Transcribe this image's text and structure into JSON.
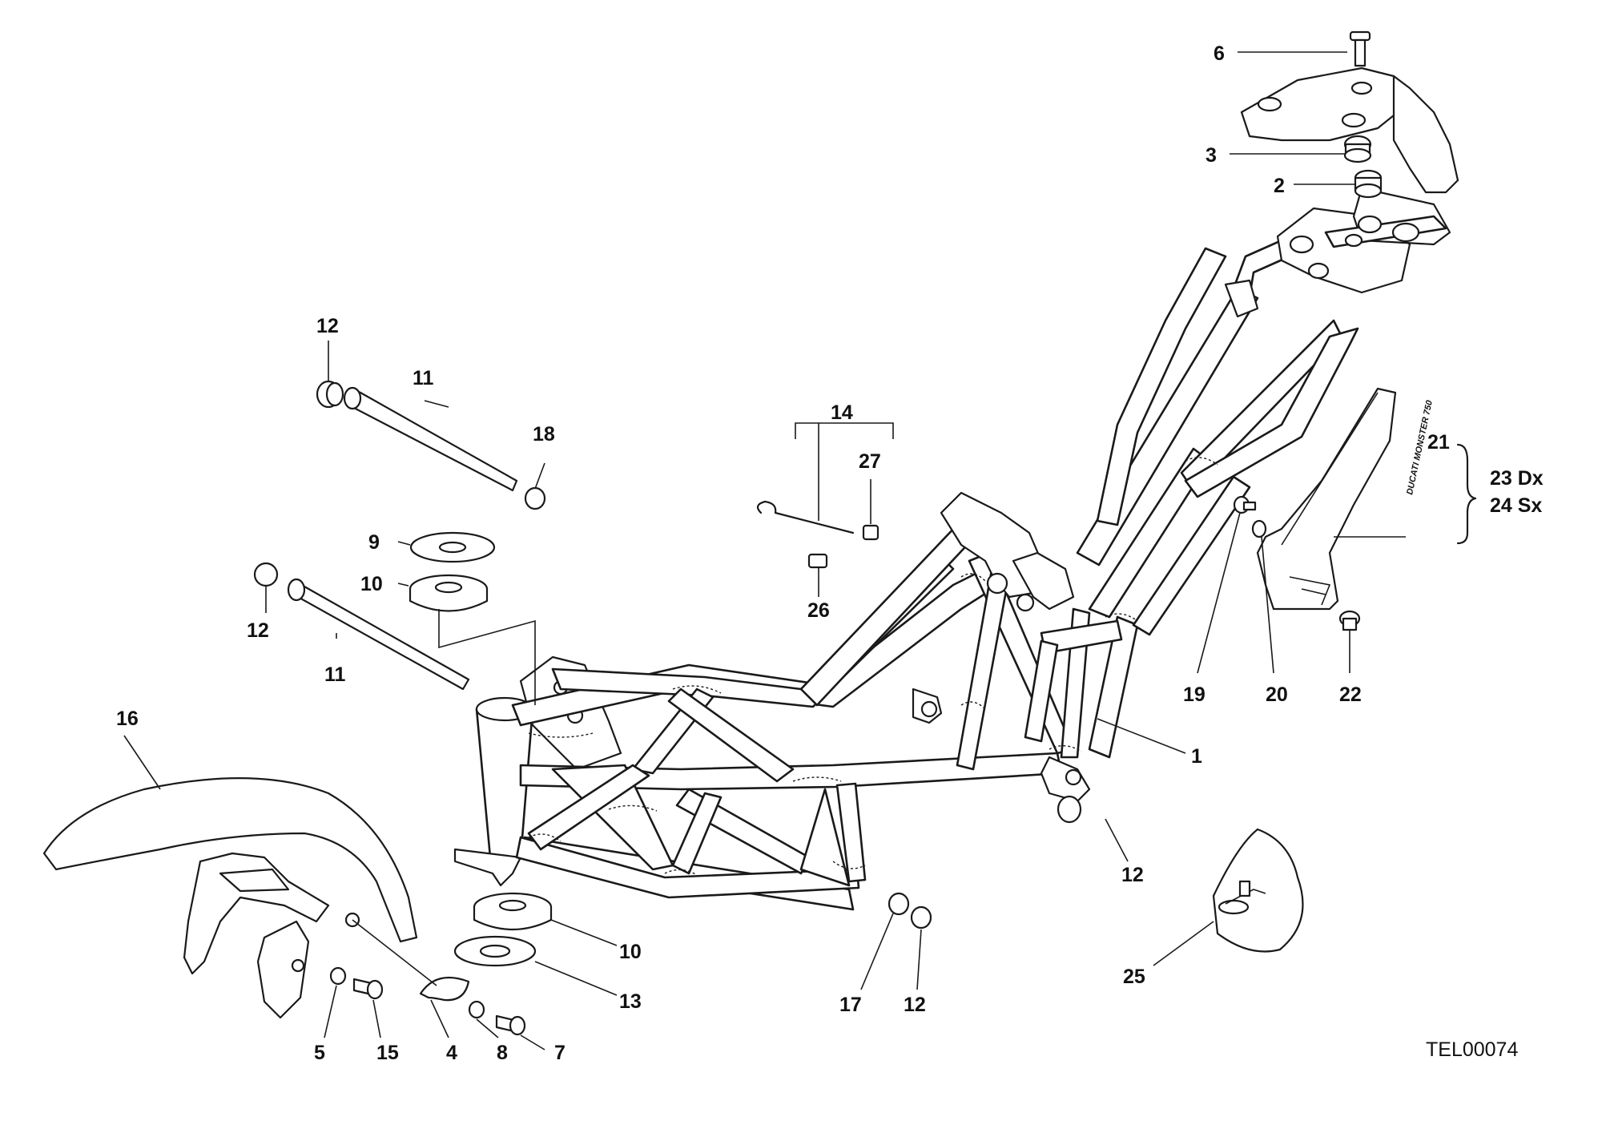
{
  "drawing": {
    "code": "TEL00074",
    "brand_text": "DUCATI MONSTER 750"
  },
  "callouts": [
    {
      "label": "6"
    },
    {
      "label": "3"
    },
    {
      "label": "2"
    },
    {
      "label": "12"
    },
    {
      "label": "11"
    },
    {
      "label": "18"
    },
    {
      "label": "14"
    },
    {
      "label": "27"
    },
    {
      "label": "9"
    },
    {
      "label": "10"
    },
    {
      "label": "26"
    },
    {
      "label": "12"
    },
    {
      "label": "11"
    },
    {
      "label": "21"
    },
    {
      "label": "23 Dx"
    },
    {
      "label": "24 Sx"
    },
    {
      "label": "19"
    },
    {
      "label": "20"
    },
    {
      "label": "22"
    },
    {
      "label": "16"
    },
    {
      "label": "1"
    },
    {
      "label": "12"
    },
    {
      "label": "10"
    },
    {
      "label": "13"
    },
    {
      "label": "17"
    },
    {
      "label": "12"
    },
    {
      "label": "25"
    },
    {
      "label": "5"
    },
    {
      "label": "15"
    },
    {
      "label": "4"
    },
    {
      "label": "8"
    },
    {
      "label": "7"
    }
  ]
}
